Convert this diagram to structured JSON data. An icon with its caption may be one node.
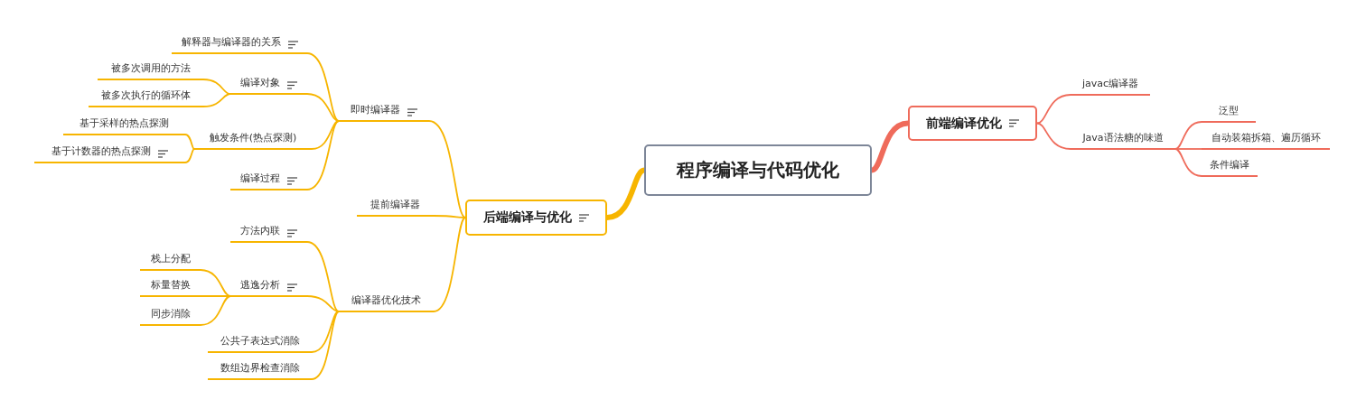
{
  "diagram": {
    "nodes": [
      {
        "text": [
          "程序编译与代码优化"
        ]
      },
      {
        "text": [
          "前端编译优化"
        ]
      },
      {
        "text": [
          "javac编译器"
        ]
      },
      {
        "text": [
          "Java语法糖的味道"
        ]
      },
      {
        "text": [
          "泛型"
        ]
      },
      {
        "text": [
          "自动装箱拆箱、遍历循环"
        ]
      },
      {
        "text": [
          "条件编译"
        ]
      },
      {
        "text": [
          "后端编译与优化"
        ]
      },
      {
        "text": [
          "即时编译器"
        ]
      },
      {
        "text": [
          "解释器与编译器的关系"
        ]
      },
      {
        "text": [
          "编译对象"
        ]
      },
      {
        "text": [
          "被多次调用的方法"
        ]
      },
      {
        "text": [
          "被多次执行的循环体"
        ]
      },
      {
        "text": [
          "触发条件(热点探测)"
        ]
      },
      {
        "text": [
          "基于采样的热点探测"
        ]
      },
      {
        "text": [
          "基于计数器的热点探测"
        ]
      },
      {
        "text": [
          "编译过程"
        ]
      },
      {
        "text": [
          "提前编译器"
        ]
      },
      {
        "text": [
          "编译器优化技术"
        ]
      },
      {
        "text": [
          "方法内联"
        ]
      },
      {
        "text": [
          "逃逸分析"
        ]
      },
      {
        "text": [
          "栈上分配"
        ]
      },
      {
        "text": [
          "标量替换"
        ]
      },
      {
        "text": [
          "同步消除"
        ]
      },
      {
        "text": [
          "公共子表达式消除"
        ]
      },
      {
        "text": [
          "数组边界检查消除"
        ]
      }
    ],
    "edges": [
      {
        "from": 0,
        "to": 1,
        "arrow": "none",
        "style": "thick",
        "color": "#ef6b5b"
      },
      {
        "from": 1,
        "to": 2,
        "arrow": "none",
        "color": "#ef6b5b"
      },
      {
        "from": 1,
        "to": 3,
        "arrow": "none",
        "color": "#ef6b5b"
      },
      {
        "from": 3,
        "to": 4,
        "arrow": "none",
        "color": "#ef6b5b"
      },
      {
        "from": 3,
        "to": 5,
        "arrow": "none",
        "color": "#ef6b5b"
      },
      {
        "from": 3,
        "to": 6,
        "arrow": "none",
        "color": "#ef6b5b"
      },
      {
        "from": 0,
        "to": 7,
        "arrow": "none",
        "style": "thick"
      },
      {
        "from": 7,
        "to": 8,
        "arrow": "none"
      },
      {
        "from": 8,
        "to": 9,
        "arrow": "none"
      },
      {
        "from": 8,
        "to": 10,
        "arrow": "none"
      },
      {
        "from": 10,
        "to": 11,
        "arrow": "none"
      },
      {
        "from": 10,
        "to": 12,
        "arrow": "none"
      },
      {
        "from": 8,
        "to": 13,
        "arrow": "none"
      },
      {
        "from": 13,
        "to": 14,
        "arrow": "none"
      },
      {
        "from": 13,
        "to": 15,
        "arrow": "none"
      },
      {
        "from": 8,
        "to": 16,
        "arrow": "none"
      },
      {
        "from": 7,
        "to": 17,
        "arrow": "none"
      },
      {
        "from": 7,
        "to": 18,
        "arrow": "none"
      },
      {
        "from": 18,
        "to": 19,
        "arrow": "none"
      },
      {
        "from": 18,
        "to": 20,
        "arrow": "none"
      },
      {
        "from": 20,
        "to": 21,
        "arrow": "none"
      },
      {
        "from": 20,
        "to": 22,
        "arrow": "none"
      },
      {
        "from": 20,
        "to": 23,
        "arrow": "none"
      },
      {
        "from": 18,
        "to": 24,
        "arrow": "none"
      },
      {
        "from": 18,
        "to": 25,
        "arrow": "none"
      }
    ]
  }
}
